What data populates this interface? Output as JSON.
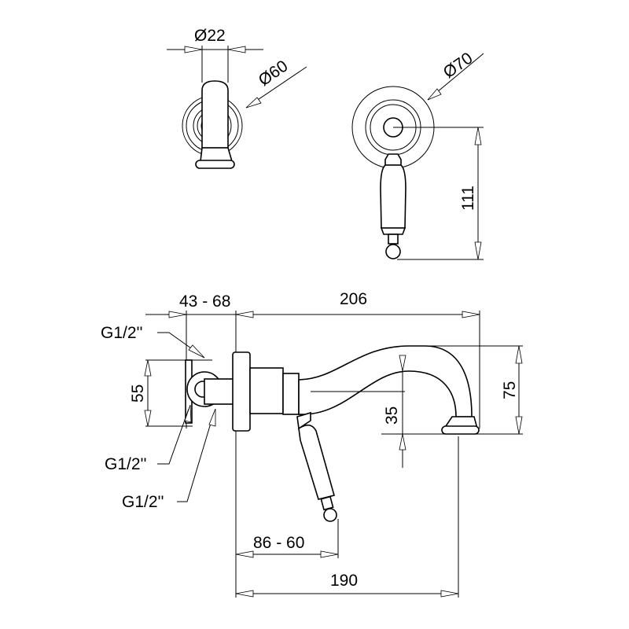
{
  "title": "Wall-mounted basin mixer technical drawing",
  "dimensions": {
    "spout_diameter": "Ø22",
    "rosette_diameter": "Ø60",
    "handle_rosette_diameter": "Ø70",
    "handle_height": "111",
    "wall_depth": "43 - 68",
    "spout_projection": "206",
    "connection_height": "55",
    "spout_height": "75",
    "outlet_clearance": "35",
    "handle_offset": "86 - 60",
    "outlet_distance": "190"
  },
  "connections": [
    "G1/2''",
    "G1/2''",
    "G1/2''"
  ]
}
